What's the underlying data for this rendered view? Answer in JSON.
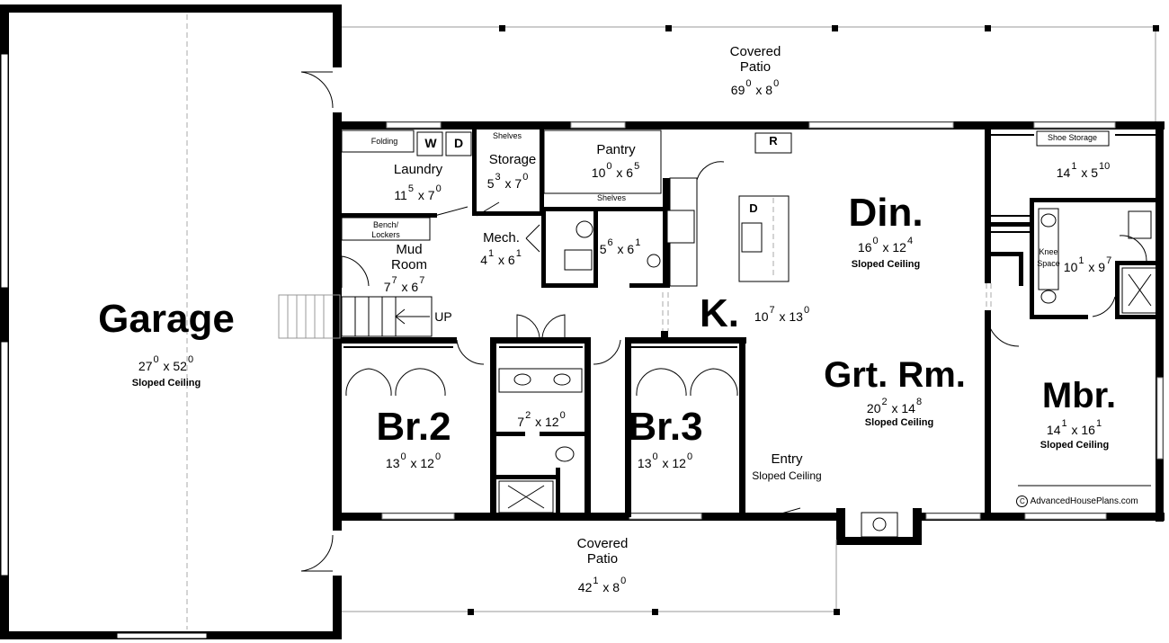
{
  "rooms": {
    "garage": {
      "name": "Garage",
      "w": "27",
      "w_in": "0",
      "h": "52",
      "h_in": "0",
      "note": "Sloped Ceiling"
    },
    "patio_top": {
      "name1": "Covered",
      "name2": "Patio",
      "w": "69",
      "w_in": "0",
      "h": "8",
      "h_in": "0"
    },
    "patio_bot": {
      "name1": "Covered",
      "name2": "Patio",
      "w": "42",
      "w_in": "1",
      "h": "8",
      "h_in": "0"
    },
    "laundry": {
      "name": "Laundry",
      "w": "11",
      "w_in": "5",
      "h": "7",
      "h_in": "0",
      "folding": "Folding",
      "washer": "W",
      "dryer": "D"
    },
    "storage": {
      "name": "Storage",
      "w": "5",
      "w_in": "3",
      "h": "7",
      "h_in": "0",
      "shelves": "Shelves"
    },
    "pantry": {
      "name": "Pantry",
      "w": "10",
      "w_in": "0",
      "h": "6",
      "h_in": "5",
      "shelves": "Shelves"
    },
    "mech": {
      "name": "Mech.",
      "w": "4",
      "w_in": "1",
      "h": "6",
      "h_in": "1"
    },
    "bath_small": {
      "w": "5",
      "w_in": "6",
      "h": "6",
      "h_in": "1"
    },
    "mud": {
      "name1": "Mud",
      "name2": "Room",
      "w": "7",
      "w_in": "7",
      "h": "6",
      "h_in": "7",
      "bench1": "Bench/",
      "bench2": "Lockers",
      "up": "UP"
    },
    "din": {
      "name": "Din.",
      "w": "16",
      "w_in": "0",
      "h": "12",
      "h_in": "4",
      "note": "Sloped Ceiling"
    },
    "kitchen": {
      "name": "K.",
      "w": "10",
      "w_in": "7",
      "h": "13",
      "h_in": "0",
      "fridge": "R",
      "dishwasher": "D"
    },
    "grt": {
      "name": "Grt. Rm.",
      "w": "20",
      "w_in": "2",
      "h": "14",
      "h_in": "8",
      "note": "Sloped Ceiling"
    },
    "entry": {
      "name": "Entry",
      "note": "Sloped Ceiling"
    },
    "br2": {
      "name": "Br.2",
      "w": "13",
      "w_in": "0",
      "h": "12",
      "h_in": "0"
    },
    "br3": {
      "name": "Br.3",
      "w": "13",
      "w_in": "0",
      "h": "12",
      "h_in": "0"
    },
    "bath_mid": {
      "w": "7",
      "w_in": "2",
      "h": "12",
      "h_in": "0"
    },
    "closet_m": {
      "w": "14",
      "w_in": "1",
      "h": "5",
      "h_in": "10",
      "shoe": "Shoe Storage"
    },
    "mbath": {
      "w": "10",
      "w_in": "1",
      "h": "9",
      "h_in": "7",
      "knee1": "Knee",
      "knee2": "Space"
    },
    "mbr": {
      "name": "Mbr.",
      "w": "14",
      "w_in": "1",
      "h": "16",
      "h_in": "1",
      "note": "Sloped Ceiling"
    }
  },
  "copyright": "AdvancedHousePlans.com",
  "copyright_symbol": "C"
}
